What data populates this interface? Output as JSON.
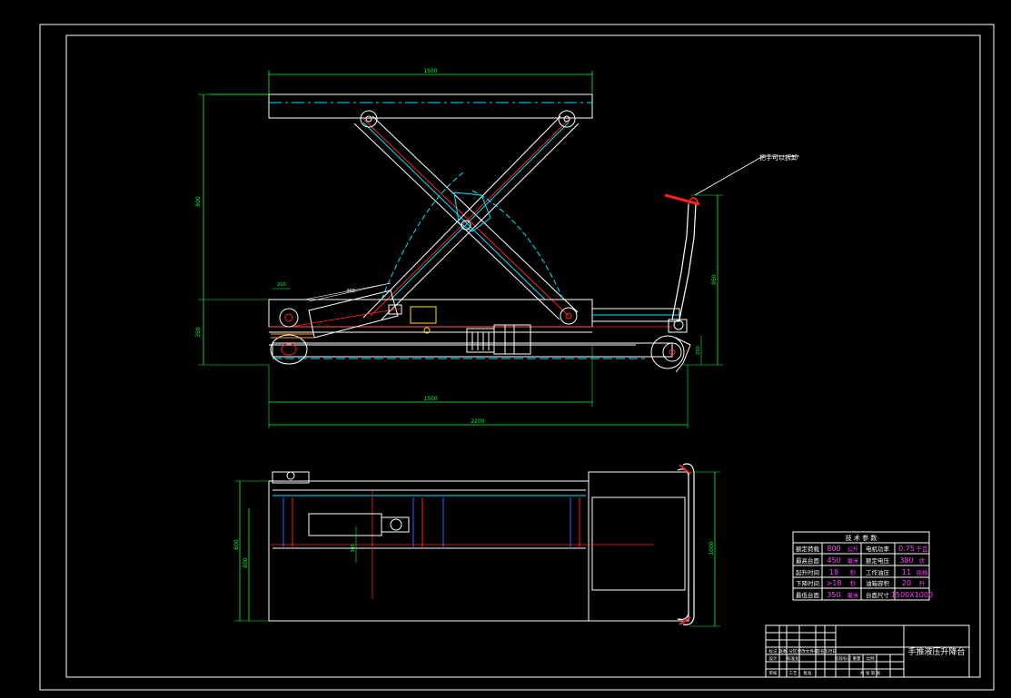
{
  "drawing": {
    "title": "手推液压升降台",
    "callout": "把手可以拆卸",
    "colors": {
      "background": "#000000",
      "frame": "#ffffff",
      "outline": "#ffffff",
      "center": "#ff2020",
      "hidden": "#00e5ff",
      "dimension": "#00ff3c",
      "value": "#ff40ff",
      "label": "#ffffff"
    },
    "dimensions": {
      "top_length": "1500",
      "lift_height": "800",
      "closed_height": "350",
      "base_length": "1500",
      "overall_length": "2200",
      "handle_height": "950",
      "cylinder_len": "468",
      "offset": "200",
      "wheel_dia": "200",
      "plan_width": "1000",
      "plan_inner": "600",
      "plan_track": "800",
      "plan_small": "300"
    },
    "spec_table": {
      "header": "技 术 参 数",
      "rows": [
        {
          "l_label": "额定荷载",
          "l_value": "800",
          "l_unit": "公斤",
          "r_label": "电机功率",
          "r_value": "0.75",
          "r_unit": "千瓦"
        },
        {
          "l_label": "最高台面",
          "l_value": "450",
          "l_unit": "毫米",
          "r_label": "额定电压",
          "r_value": "380",
          "r_unit": "伏"
        },
        {
          "l_label": "起升时间",
          "l_value": "18",
          "l_unit": "秒",
          "r_label": "工作油压",
          "r_value": "11",
          "r_unit": "兆帕"
        },
        {
          "l_label": "下降时间",
          "l_value": ">18",
          "l_unit": "秒",
          "r_label": "油箱容积",
          "r_value": "20",
          "r_unit": "升"
        },
        {
          "l_label": "最低台面",
          "l_value": "350",
          "l_unit": "毫米",
          "r_label": "台面尺寸",
          "r_value": "1500X1000",
          "r_unit": ""
        }
      ]
    },
    "title_block": {
      "cells_left": [
        "标记",
        "处数",
        "分区",
        "更改文件号",
        "签名",
        "年月日"
      ],
      "cells_row2": [
        "设计",
        "标准化",
        "阶段标记",
        "重量",
        "比例"
      ],
      "cells_row3": [
        "审核",
        "工艺",
        "批准",
        "共 张 第 张"
      ]
    }
  }
}
